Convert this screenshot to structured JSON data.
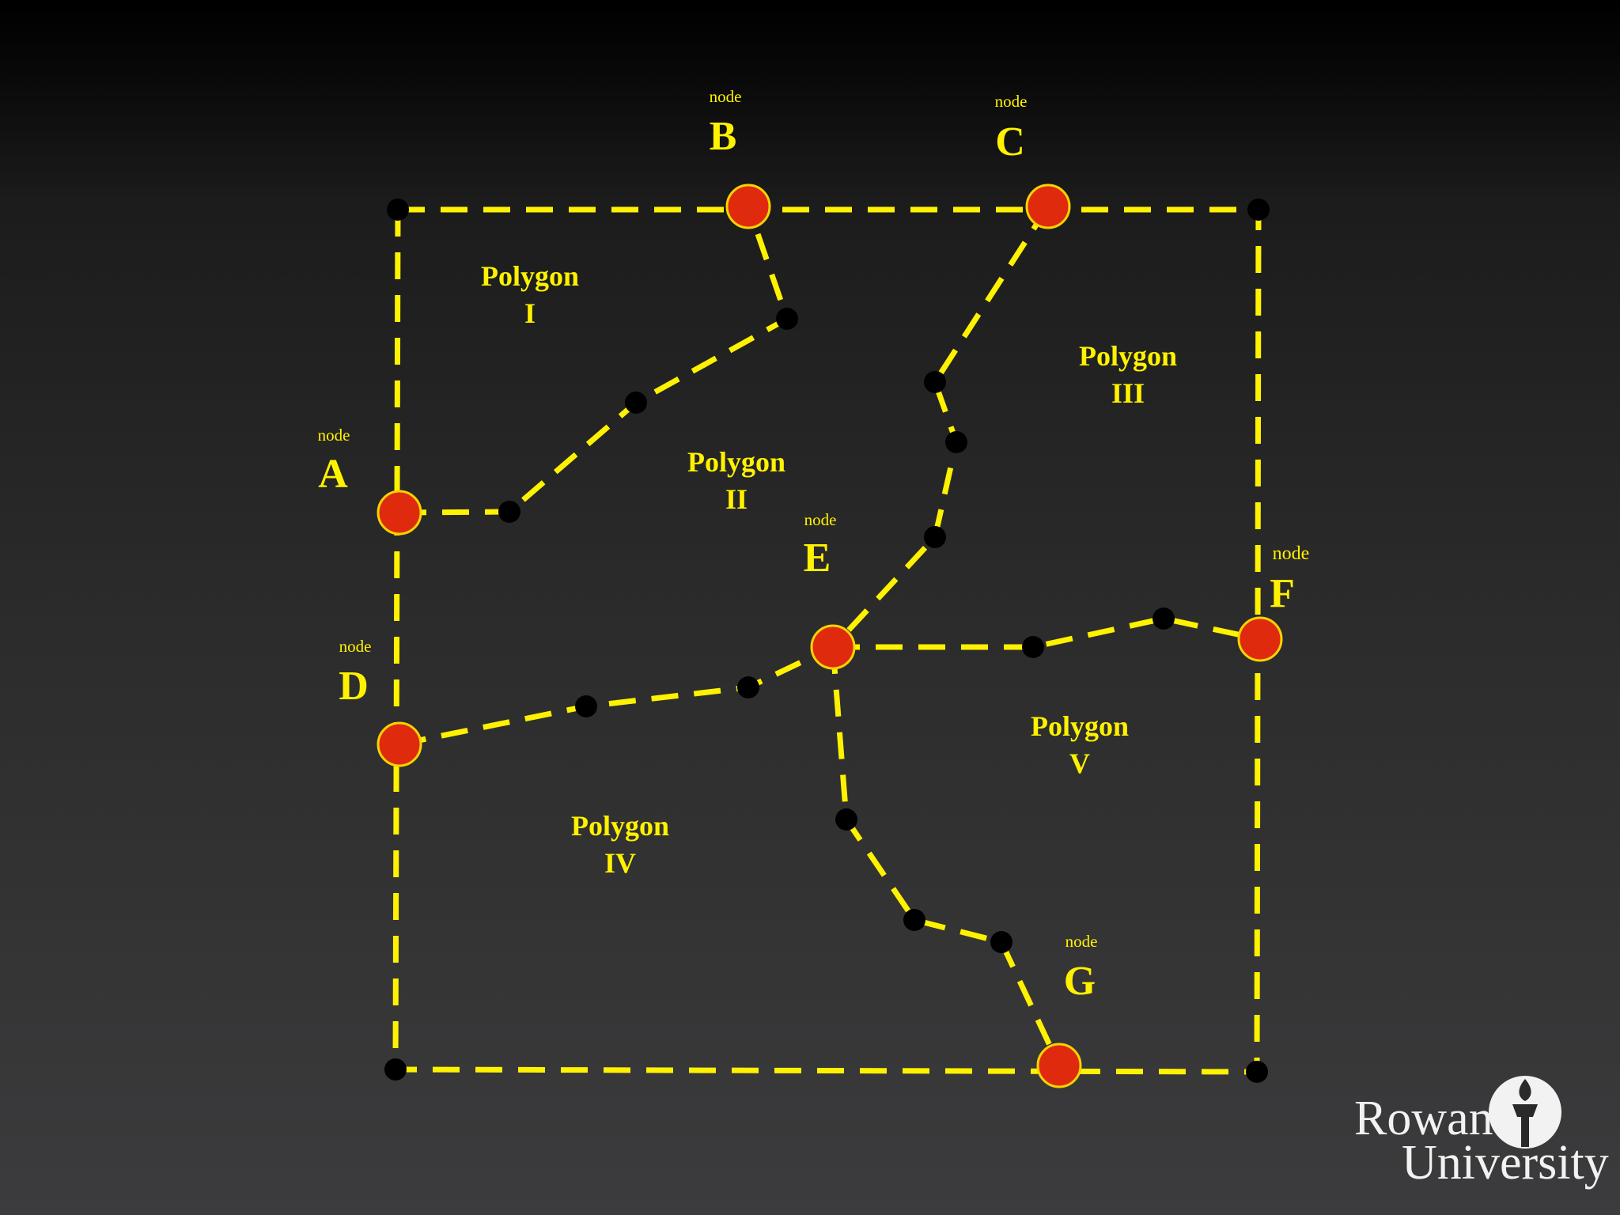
{
  "colors": {
    "edge": "#fff200",
    "node_fill": "#e02a0e",
    "node_stroke": "#f5d400",
    "vertex": "#000000",
    "label": "#fff200",
    "logo": "#f2f2f2"
  },
  "diagram": {
    "nodes": [
      {
        "id": "A",
        "caption": "node",
        "letter": "A"
      },
      {
        "id": "B",
        "caption": "node",
        "letter": "B"
      },
      {
        "id": "C",
        "caption": "node",
        "letter": "C"
      },
      {
        "id": "D",
        "caption": "node",
        "letter": "D"
      },
      {
        "id": "E",
        "caption": "node",
        "letter": "E"
      },
      {
        "id": "F",
        "caption": "node",
        "letter": "F"
      },
      {
        "id": "G",
        "caption": "node",
        "letter": "G"
      }
    ],
    "polygons": [
      {
        "id": "I",
        "word": "Polygon",
        "numeral": "I"
      },
      {
        "id": "II",
        "word": "Polygon",
        "numeral": "II"
      },
      {
        "id": "III",
        "word": "Polygon",
        "numeral": "III"
      },
      {
        "id": "IV",
        "word": "Polygon",
        "numeral": "IV"
      },
      {
        "id": "V",
        "word": "Polygon",
        "numeral": "V"
      }
    ],
    "edges": [
      {
        "from": "A",
        "to": "B",
        "vertices": 3
      },
      {
        "from": "C",
        "to": "E",
        "vertices": 3
      },
      {
        "from": "D",
        "to": "E",
        "vertices": 2
      },
      {
        "from": "E",
        "to": "F",
        "vertices": 2
      },
      {
        "from": "E",
        "to": "G",
        "vertices": 3
      }
    ],
    "boundary_corners": 4
  },
  "logo": {
    "line1": "Rowan",
    "line2": "University"
  }
}
